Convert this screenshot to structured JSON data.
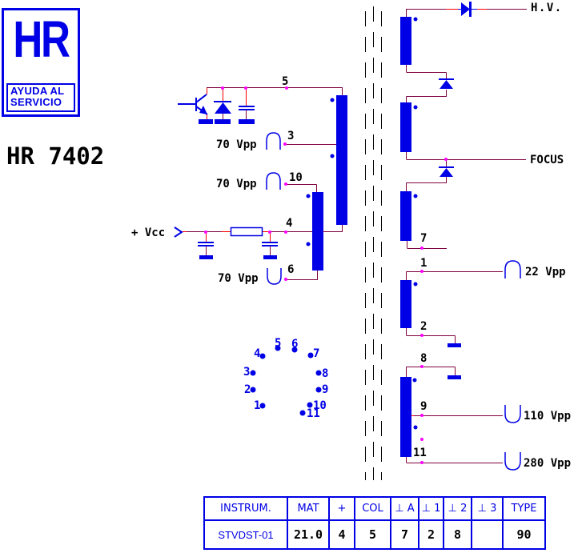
{
  "logo": {
    "brand": "HR",
    "tagline1": "AYUDA AL",
    "tagline2": "SERVICIO"
  },
  "title": "HR 7402",
  "labels": {
    "vcc": "+ Vcc",
    "hv": "H.V.",
    "focus": "FOCUS"
  },
  "pins": {
    "1": "1",
    "2": "2",
    "3": "3",
    "4": "4",
    "5": "5",
    "6": "6",
    "7": "7",
    "8": "8",
    "9": "9",
    "10": "10",
    "11": "11"
  },
  "waveforms": {
    "pin3": {
      "label": "70 Vpp",
      "shape": "positive-pulse"
    },
    "pin10": {
      "label": "70 Vpp",
      "shape": "positive-pulse"
    },
    "pin6": {
      "label": "70 Vpp",
      "shape": "negative-pulse"
    },
    "pin1": {
      "label": "22 Vpp",
      "shape": "positive-pulse"
    },
    "pin9": {
      "label": "110 Vpp",
      "shape": "negative-pulse"
    },
    "pin11": {
      "label": "280 Vpp",
      "shape": "negative-pulse"
    }
  },
  "pinout": {
    "pins": [
      "1",
      "2",
      "3",
      "4",
      "5",
      "6",
      "7",
      "8",
      "9",
      "10",
      "11"
    ]
  },
  "table": {
    "headers": [
      "INSTRUM.",
      "MAT",
      "+",
      "COL",
      "⊥ A",
      "⊥ 1",
      "⊥ 2",
      "⊥ 3",
      "TYPE"
    ],
    "values": [
      "STVDST-01",
      "21.0",
      "4",
      "5",
      "7",
      "2",
      "8",
      "",
      "90"
    ]
  },
  "colors": {
    "component_blue": "#0000E6",
    "wire": "#800040",
    "tap_red": "#FF0000",
    "node": "#FF00FF"
  }
}
